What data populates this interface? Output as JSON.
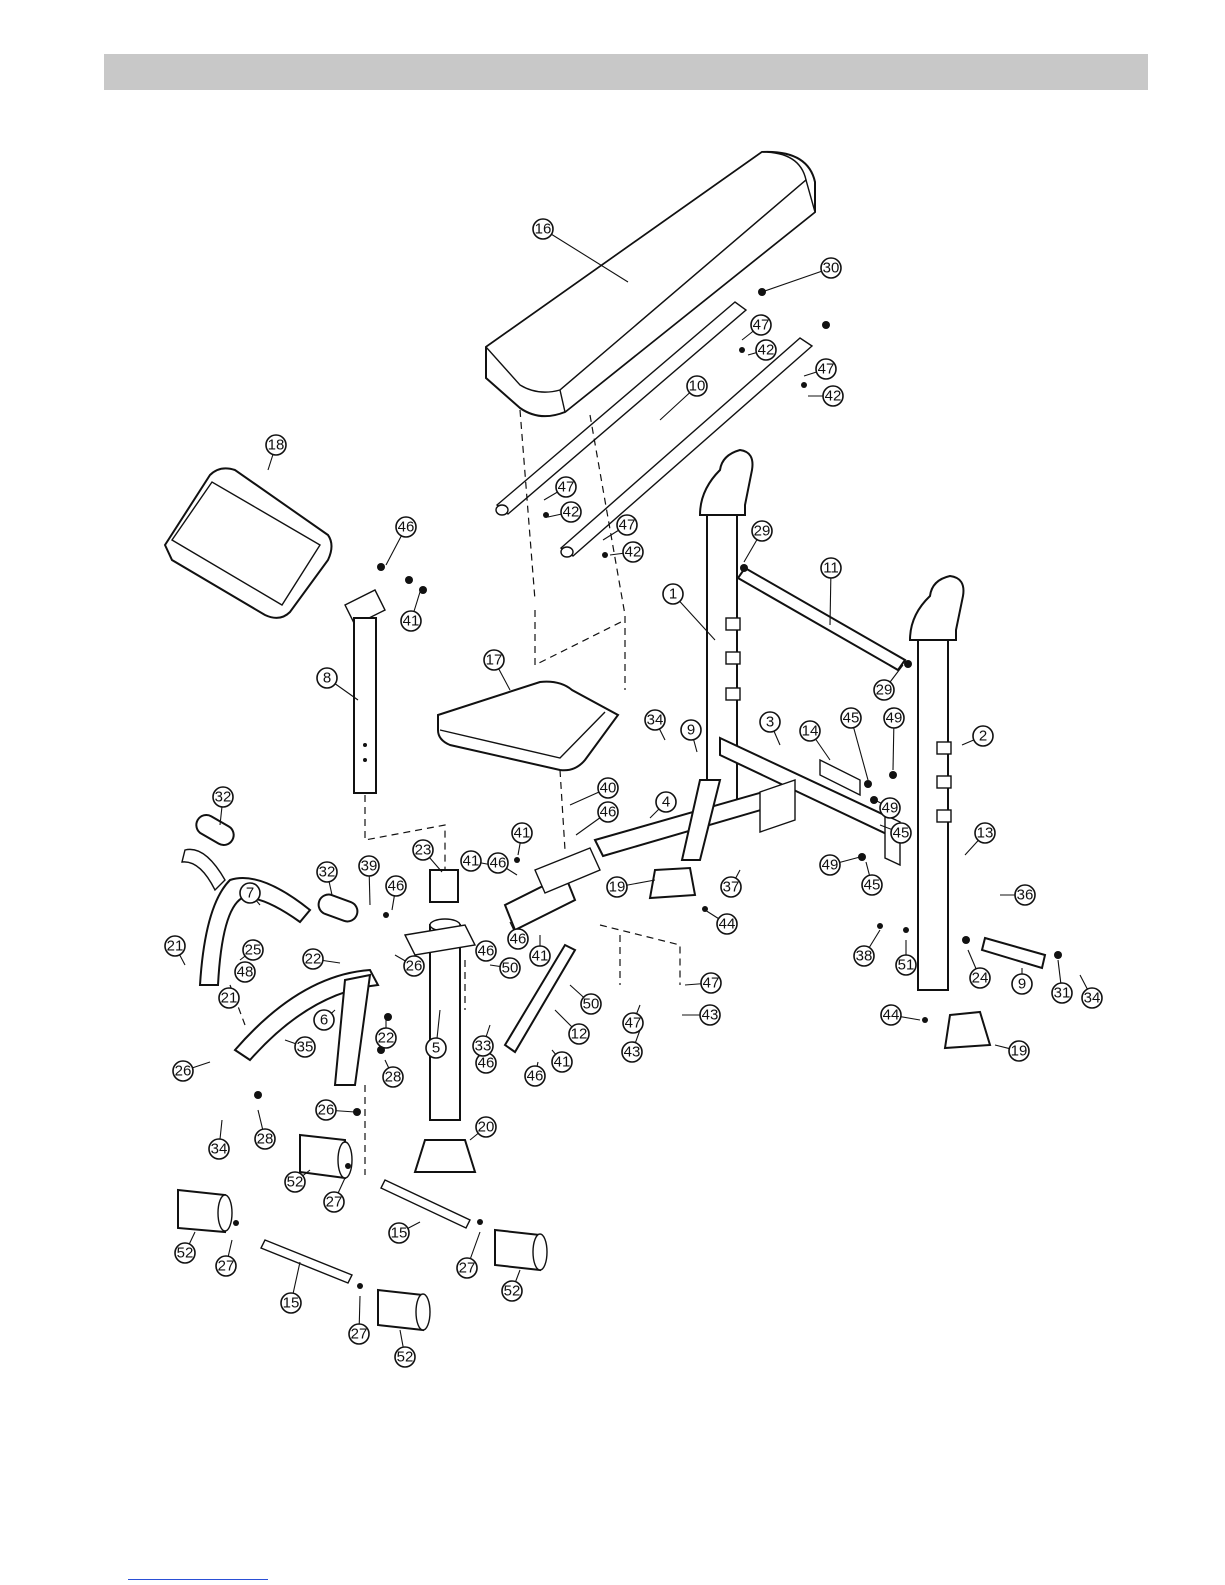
{
  "diagram": {
    "kind": "exploded-assembly",
    "callout_style": "circled-number",
    "callouts": [
      {
        "label": "16"
      },
      {
        "label": "30"
      },
      {
        "label": "47"
      },
      {
        "label": "42"
      },
      {
        "label": "47"
      },
      {
        "label": "42"
      },
      {
        "label": "10"
      },
      {
        "label": "18"
      },
      {
        "label": "46"
      },
      {
        "label": "41"
      },
      {
        "label": "47"
      },
      {
        "label": "42"
      },
      {
        "label": "47"
      },
      {
        "label": "42"
      },
      {
        "label": "29"
      },
      {
        "label": "11"
      },
      {
        "label": "1"
      },
      {
        "label": "29"
      },
      {
        "label": "8"
      },
      {
        "label": "17"
      },
      {
        "label": "34"
      },
      {
        "label": "9"
      },
      {
        "label": "3"
      },
      {
        "label": "14"
      },
      {
        "label": "45"
      },
      {
        "label": "49"
      },
      {
        "label": "2"
      },
      {
        "label": "49"
      },
      {
        "label": "45"
      },
      {
        "label": "40"
      },
      {
        "label": "46"
      },
      {
        "label": "4"
      },
      {
        "label": "32"
      },
      {
        "label": "41"
      },
      {
        "label": "41"
      },
      {
        "label": "46"
      },
      {
        "label": "23"
      },
      {
        "label": "7"
      },
      {
        "label": "32"
      },
      {
        "label": "39"
      },
      {
        "label": "46"
      },
      {
        "label": "19"
      },
      {
        "label": "37"
      },
      {
        "label": "49"
      },
      {
        "label": "45"
      },
      {
        "label": "13"
      },
      {
        "label": "36"
      },
      {
        "label": "44"
      },
      {
        "label": "46"
      },
      {
        "label": "41"
      },
      {
        "label": "21"
      },
      {
        "label": "25"
      },
      {
        "label": "48"
      },
      {
        "label": "22"
      },
      {
        "label": "26"
      },
      {
        "label": "46"
      },
      {
        "label": "50"
      },
      {
        "label": "38"
      },
      {
        "label": "51"
      },
      {
        "label": "24"
      },
      {
        "label": "9"
      },
      {
        "label": "31"
      },
      {
        "label": "34"
      },
      {
        "label": "21"
      },
      {
        "label": "6"
      },
      {
        "label": "22"
      },
      {
        "label": "46"
      },
      {
        "label": "47"
      },
      {
        "label": "12"
      },
      {
        "label": "50"
      },
      {
        "label": "43"
      },
      {
        "label": "47"
      },
      {
        "label": "44"
      },
      {
        "label": "19"
      },
      {
        "label": "26"
      },
      {
        "label": "35"
      },
      {
        "label": "5"
      },
      {
        "label": "33"
      },
      {
        "label": "43"
      },
      {
        "label": "28"
      },
      {
        "label": "34"
      },
      {
        "label": "28"
      },
      {
        "label": "26"
      },
      {
        "label": "46"
      },
      {
        "label": "41"
      },
      {
        "label": "20"
      },
      {
        "label": "52"
      },
      {
        "label": "27"
      },
      {
        "label": "15"
      },
      {
        "label": "27"
      },
      {
        "label": "52"
      },
      {
        "label": "52"
      },
      {
        "label": "27"
      },
      {
        "label": "15"
      },
      {
        "label": "27"
      },
      {
        "label": "52"
      }
    ]
  }
}
